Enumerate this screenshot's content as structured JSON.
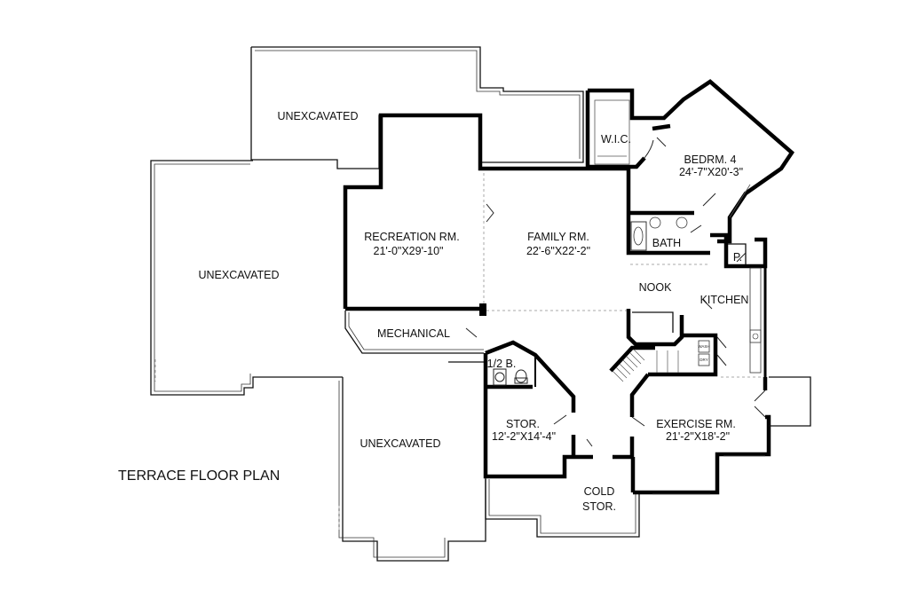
{
  "plan": {
    "title": "TERRACE FLOOR PLAN",
    "rooms": {
      "unexcavated_top": "UNEXCAVATED",
      "unexcavated_left": "UNEXCAVATED",
      "unexcavated_bottom": "UNEXCAVATED",
      "recreation_name": "RECREATION RM.",
      "recreation_dims": "21'-0\"X29'-10\"",
      "family_name": "FAMILY RM.",
      "family_dims": "22'-6\"X22'-2\"",
      "wic": "W.I.C.",
      "bedroom_name": "BEDRM. 4",
      "bedroom_dims": "24'-7\"X20'-3\"",
      "bath": "BATH",
      "pantry": "P.",
      "nook": "NOOK",
      "kitchen": "KITCHEN",
      "mechanical": "MECHANICAL",
      "half_bath": "1/2 B.",
      "stor_name": "STOR.",
      "stor_dims": "12'-2\"X14'-4\"",
      "exercise_name": "EXERCISE RM.",
      "exercise_dims": "21'-2\"X18'-2\"",
      "cold_stor_line1": "COLD",
      "cold_stor_line2": "STOR.",
      "wash": "WASH",
      "dry": "DRY"
    }
  }
}
